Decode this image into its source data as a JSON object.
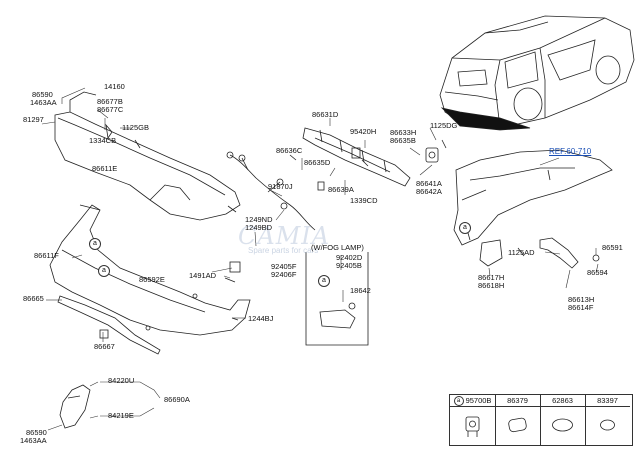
{
  "labels": {
    "p86590_top": "86590",
    "p1463AA_top": "1463AA",
    "p14160": "14160",
    "p86677B": "86677B",
    "p86677C": "86677C",
    "p81297": "81297",
    "p1125GB": "1125GB",
    "p1334CB": "1334CB",
    "p86611E": "86611E",
    "p86631D": "86631D",
    "p95420H": "95420H",
    "p86633H": "86633H",
    "p86635B": "86635B",
    "p1125DG": "1125DG",
    "p86636C": "86636C",
    "p86635D": "86635D",
    "p86639A": "86639A",
    "p1339CD": "1339CD",
    "p86641A": "86641A",
    "p86642A": "86642A",
    "p91870J": "91870J",
    "p1249ND": "1249ND",
    "p1249BD": "1249BD",
    "p86611F": "86611F",
    "p86592E": "86592E",
    "p1491AD": "1491AD",
    "p92405F": "92405F",
    "p92406F": "92406F",
    "p86665": "86665",
    "p1244BJ": "1244BJ",
    "p92402D": "92402D",
    "p92405B": "92405B",
    "p18642": "18642",
    "p86667": "86667",
    "p84220U": "84220U",
    "p86690A": "86690A",
    "p84219E": "84219E",
    "p86590_bot": "86590",
    "p1463AA_bot": "1463AA",
    "p86617H": "86617H",
    "p86618H": "86618H",
    "p1125AD": "1125AD",
    "p86591": "86591",
    "p86594": "86594",
    "p86613H": "86613H",
    "p86614F": "86614F"
  },
  "ref_link": "REF.60-710",
  "fog_note": "(W/FOG LAMP)",
  "callout_letter": "a",
  "legend": {
    "items": [
      {
        "code": "95700B",
        "marker": "a"
      },
      {
        "code": "86379"
      },
      {
        "code": "62863"
      },
      {
        "code": "83397"
      }
    ]
  },
  "watermark": {
    "text": "CAMIA",
    "sub": "Spare parts for cars"
  }
}
